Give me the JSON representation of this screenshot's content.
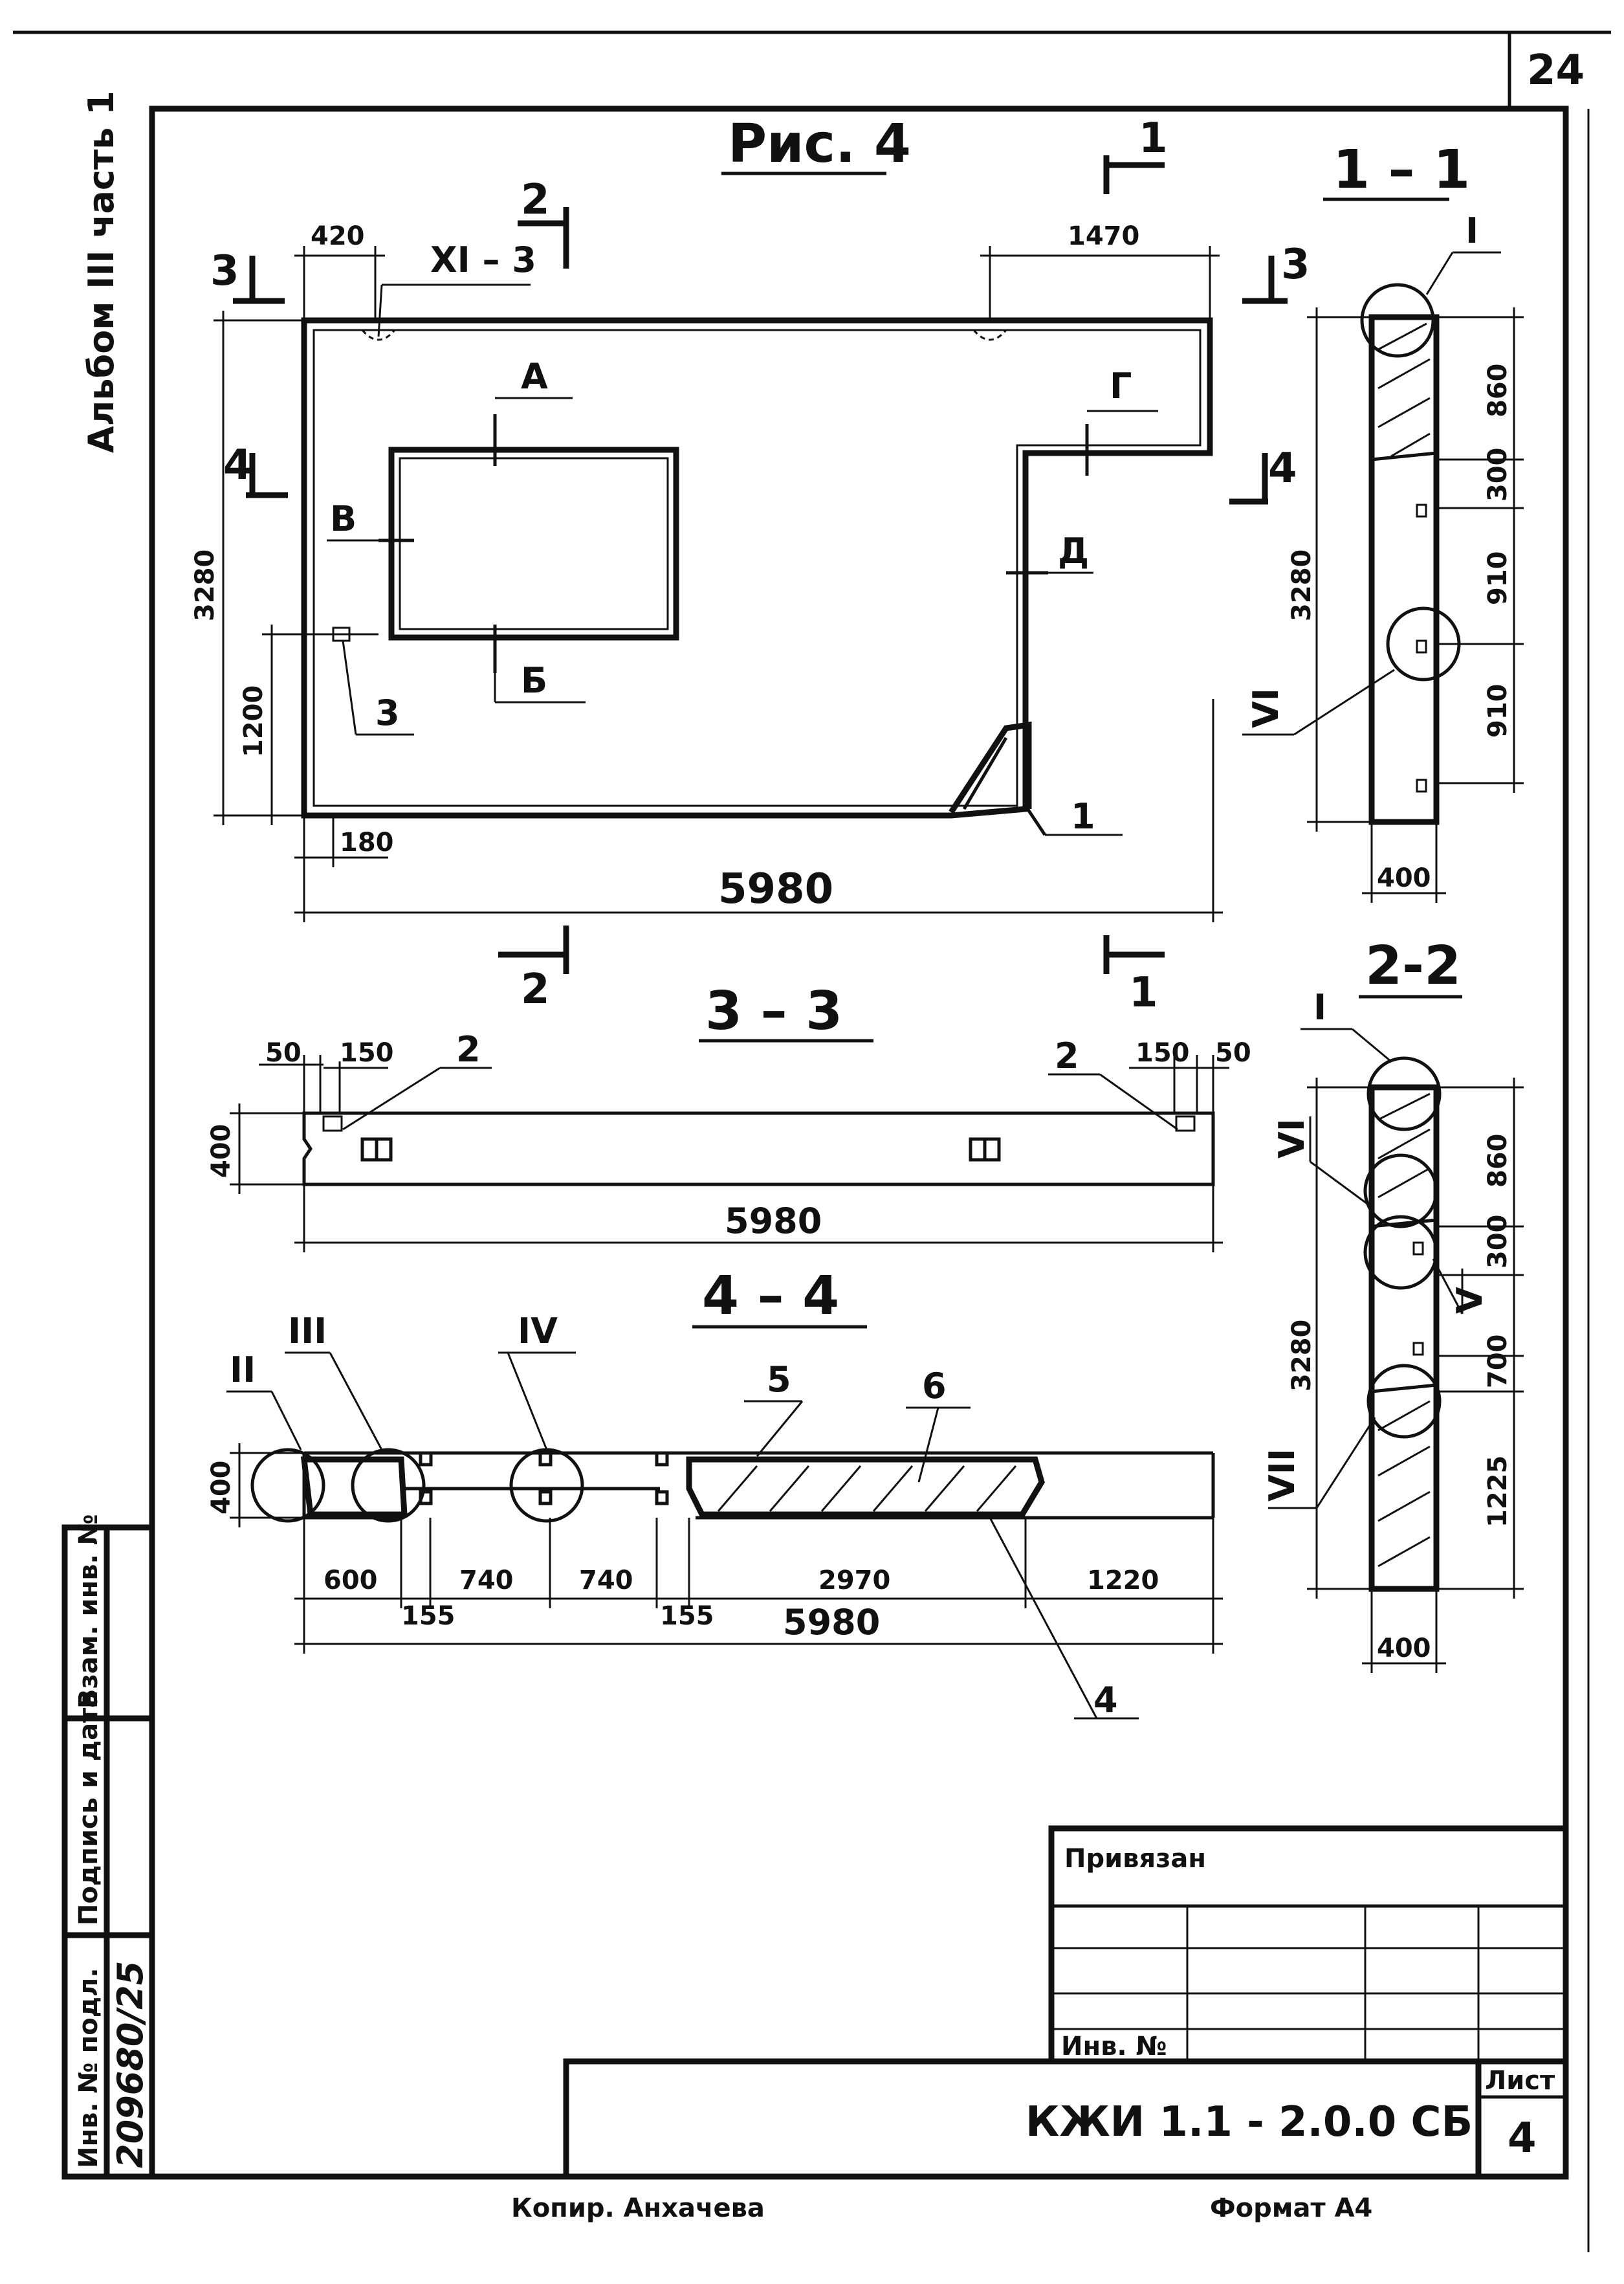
{
  "page_number": "24",
  "album_label": "Альбом III часть 1",
  "main_view": {
    "title": "Рис. 4",
    "width_label": "5980",
    "height_label": "3280",
    "top_left_dim": "420",
    "top_right_dim": "1470",
    "bottom_left_dim": "180",
    "left_low_dim": "1200",
    "node_ref": "XI – 3",
    "labels": {
      "a": "А",
      "b": "Б",
      "v": "В",
      "g": "Г",
      "d": "Д",
      "n1": "1",
      "n3": "3"
    },
    "cuts": {
      "c1": "1",
      "c2": "2",
      "c3": "3",
      "c4": "4"
    }
  },
  "section_1_1": {
    "title": "1 – 1",
    "height_label": "3280",
    "dims": [
      "860",
      "300",
      "910",
      "910"
    ],
    "width_label": "400",
    "node_i": "I",
    "node_vi": "VI"
  },
  "section_2_2": {
    "title": "2-2",
    "height_label": "3280",
    "dims": [
      "860",
      "300",
      "700",
      "1225"
    ],
    "width_label": "400",
    "node_i": "I",
    "node_vi": "VI",
    "node_v": "V",
    "node_vii": "VII"
  },
  "section_3_3": {
    "title": "3 – 3",
    "left_dims": [
      "50",
      "150"
    ],
    "right_dims": [
      "150",
      "50"
    ],
    "height_label": "400",
    "width_label": "5980",
    "pos_left": "2",
    "pos_right": "2"
  },
  "section_4_4": {
    "title": "4 – 4",
    "dims": [
      "600",
      "740",
      "740",
      "2970",
      "1220"
    ],
    "small_dims": [
      "155",
      "155"
    ],
    "height_label": "400",
    "width_label": "5980",
    "nodes": [
      "II",
      "III",
      "IV"
    ],
    "pos": [
      "5",
      "6",
      "4"
    ]
  },
  "side_stamp": {
    "inv_podl": "Инв. № подл.",
    "podpis": "Подпись и дата",
    "vzam": "Взам. инв. №",
    "handwritten": "209680/25"
  },
  "title_block": {
    "privyazan": "Привязан",
    "inv_no": "Инв. №",
    "designation": "КЖИ 1.1 - 2.0.0 СБ",
    "sheet_label": "Лист",
    "sheet_number": "4"
  },
  "footer": {
    "copier": "Копир. Анхачева",
    "format": "Формат А4"
  }
}
